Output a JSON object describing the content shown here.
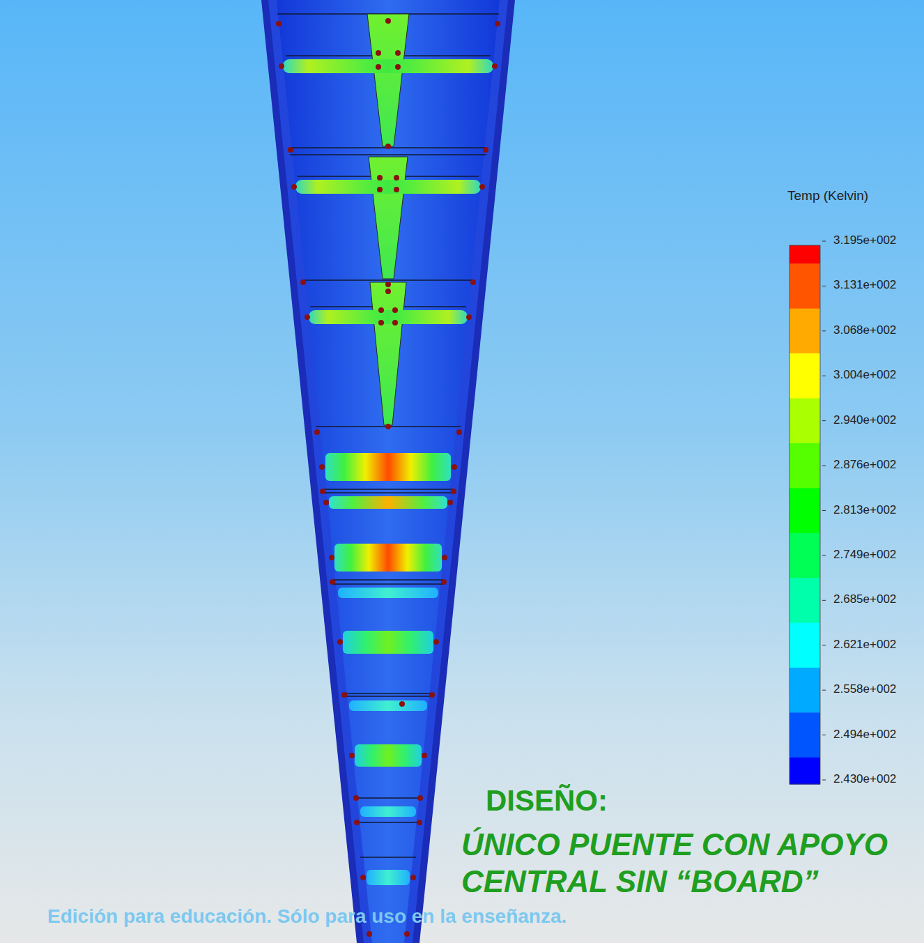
{
  "diagram": {
    "labels": [
      "Temp (Kelvin)",
      "DISEÑO:",
      "ÚNICO PUENTE CON APOYO CENTRAL SIN “BOARD”",
      "Edición para educación. Sólo para uso en la enseñanza."
    ],
    "legend": [
      {
        "text": "3.195e+002",
        "color": "#ff0000"
      },
      {
        "text": "3.131e+002",
        "color": "#ff5500"
      },
      {
        "text": "3.068e+002",
        "color": "#ffaa00"
      },
      {
        "text": "3.004e+002",
        "color": "#ffff00"
      },
      {
        "text": "2.940e+002",
        "color": "#aaff00"
      },
      {
        "text": "2.876e+002",
        "color": "#55ff00"
      },
      {
        "text": "2.813e+002",
        "color": "#00ff00"
      },
      {
        "text": "2.749e+002",
        "color": "#00ff55"
      },
      {
        "text": "2.685e+002",
        "color": "#00ffaa"
      },
      {
        "text": "2.621e+002",
        "color": "#00ffff"
      },
      {
        "text": "2.558e+002",
        "color": "#00aaff"
      },
      {
        "text": "2.494e+002",
        "color": "#0055ff"
      },
      {
        "text": "2.430e+002",
        "color": "#0000ff"
      }
    ]
  }
}
